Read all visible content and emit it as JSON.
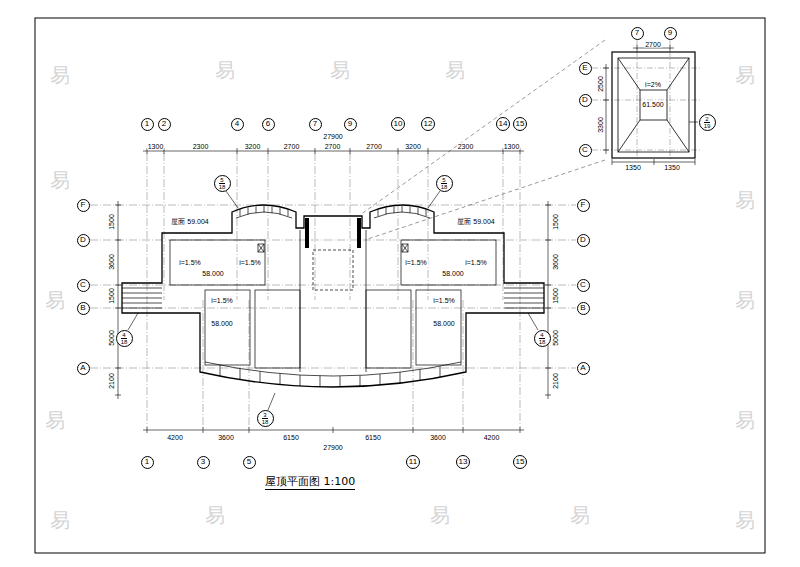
{
  "diagram": {
    "title": "屋顶平面图 1:100",
    "nodes": [
      {
        "text": [
          "7"
        ]
      },
      {
        "text": [
          "9"
        ]
      },
      {
        "text": [
          "E"
        ]
      },
      {
        "text": [
          "D"
        ]
      },
      {
        "text": [
          "2",
          "19"
        ]
      },
      {
        "text": [
          "C"
        ]
      },
      {
        "text": [
          "1"
        ]
      },
      {
        "text": [
          "2"
        ]
      },
      {
        "text": [
          "4"
        ]
      },
      {
        "text": [
          "6"
        ]
      },
      {
        "text": [
          "7"
        ]
      },
      {
        "text": [
          "9"
        ]
      },
      {
        "text": [
          "10"
        ]
      },
      {
        "text": [
          "12"
        ]
      },
      {
        "text": [
          "14"
        ]
      },
      {
        "text": [
          "15"
        ]
      },
      {
        "text": [
          "5",
          "18"
        ]
      },
      {
        "text": [
          "5",
          "18"
        ]
      },
      {
        "text": [
          "F"
        ]
      },
      {
        "text": [
          "F"
        ]
      },
      {
        "text": [
          "D"
        ]
      },
      {
        "text": [
          "D"
        ]
      },
      {
        "text": [
          "C"
        ]
      },
      {
        "text": [
          "C"
        ]
      },
      {
        "text": [
          "B"
        ]
      },
      {
        "text": [
          "B"
        ]
      },
      {
        "text": [
          "4",
          "18"
        ]
      },
      {
        "text": [
          "4",
          "18"
        ]
      },
      {
        "text": [
          "A"
        ]
      },
      {
        "text": [
          "A"
        ]
      },
      {
        "text": [
          "3",
          "18"
        ]
      },
      {
        "text": [
          "1"
        ]
      },
      {
        "text": [
          "3"
        ]
      },
      {
        "text": [
          "5"
        ]
      },
      {
        "text": [
          "11"
        ]
      },
      {
        "text": [
          "13"
        ]
      },
      {
        "text": [
          "15"
        ]
      }
    ],
    "labels": [
      "1300",
      "2300",
      "3200",
      "2700",
      "2700",
      "2700",
      "3200",
      "2300",
      "1300",
      "27900",
      "4200",
      "3600",
      "6150",
      "6150",
      "3600",
      "4200",
      "27900",
      "1500",
      "3600",
      "1500",
      "5000",
      "2100",
      "1500",
      "3600",
      "1500",
      "5000",
      "2100",
      "屋面 59.004",
      "屋面 59.004",
      "i=1.5%",
      "i=1.5%",
      "58.000",
      "i=1.5%",
      "i=1.5%",
      "58.000",
      "i=1.5%",
      "58.000",
      "i=1.5%",
      "58.000",
      "2700",
      "2500",
      "3300",
      "1350",
      "1350",
      "61.500",
      "i=2%",
      "易",
      "易",
      "易",
      "易",
      "易",
      "易",
      "易",
      "易",
      "易",
      "易",
      "易",
      "易",
      "易",
      "易",
      "易",
      "易"
    ]
  }
}
